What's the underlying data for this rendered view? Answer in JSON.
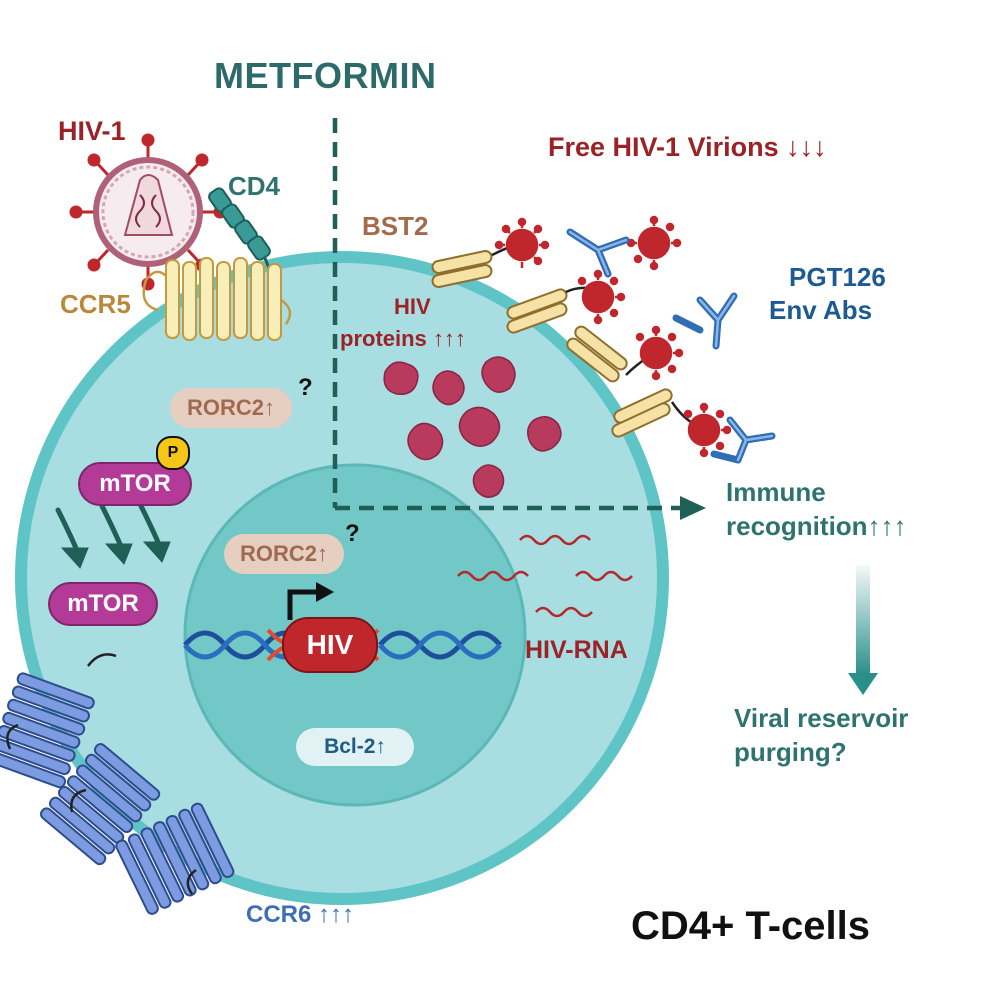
{
  "title": "METFORMIN",
  "labels": {
    "hiv1": "HIV-1",
    "cd4": "CD4",
    "ccr5": "CCR5",
    "free_virions": "Free HIV-1 Virions ↓↓↓",
    "bst2": "BST2",
    "hiv_proteins_line1": "HIV",
    "hiv_proteins_line2": "proteins ↑↑↑",
    "pgt126_line1": "PGT126",
    "pgt126_line2": "Env Abs",
    "rorc2_cyto": "RORC2↑",
    "rorc2_nuc": "RORC2↑",
    "question": "?",
    "mtor_p": "mTOR",
    "phospho": "P",
    "mtor": "mTOR",
    "hiv_gene": "HIV",
    "bcl2": "Bcl-2↑",
    "hiv_rna": "HIV-RNA",
    "immune_line1": "Immune",
    "immune_line2": "recognition↑↑↑",
    "viral_line1": "Viral reservoir",
    "viral_line2": "purging?",
    "ccr6": "CCR6 ↑↑↑",
    "cell_type": "CD4+ T-cells"
  },
  "colors": {
    "cytoplasm": "#a8dde2",
    "membrane": "#5fc4c6",
    "nucleus": "#72c8c6",
    "virion": "#c0272d",
    "dashed_line": "#1f5f55",
    "mtor": "#b33a96"
  },
  "icons": [
    "hiv-virion-icon",
    "cd4-receptor-icon",
    "ccr5-receptor-icon",
    "bst2-tether-icon",
    "antibody-icon",
    "ccr6-receptor-icon",
    "dna-helix-icon"
  ]
}
